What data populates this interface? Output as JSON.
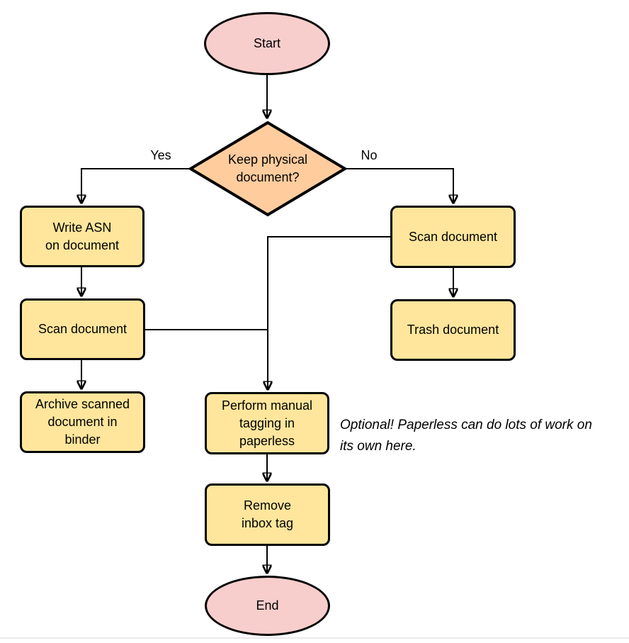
{
  "diagram": {
    "type": "flowchart",
    "nodes": {
      "start": {
        "shape": "ellipse",
        "label": "Start"
      },
      "keep_physical": {
        "shape": "diamond",
        "label": [
          "Keep physical",
          "document?"
        ]
      },
      "write_asn": {
        "shape": "process",
        "label": [
          "Write ASN",
          "on document"
        ]
      },
      "scan_left": {
        "shape": "process",
        "label": "Scan document"
      },
      "archive_scanned": {
        "shape": "process",
        "label": [
          "Archive scanned",
          "document in",
          "binder"
        ]
      },
      "scan_right": {
        "shape": "process",
        "label": "Scan document"
      },
      "trash_document": {
        "shape": "process",
        "label": "Trash document"
      },
      "manual_tagging": {
        "shape": "process",
        "label": [
          "Perform manual",
          "tagging in",
          "paperless"
        ]
      },
      "remove_inbox_tag": {
        "shape": "process",
        "label": [
          "Remove",
          "inbox tag"
        ]
      },
      "end": {
        "shape": "ellipse",
        "label": "End"
      }
    },
    "edge_labels": {
      "yes": "Yes",
      "no": "No"
    },
    "annotation": [
      "Optional! Paperless can do lots of work on",
      "its own here."
    ],
    "colors": {
      "terminal_fill": "#F8CECC",
      "decision_fill": "#FFCC9E",
      "process_fill": "#FFE69C",
      "stroke": "#000000",
      "background": "#FFFFFF"
    }
  }
}
